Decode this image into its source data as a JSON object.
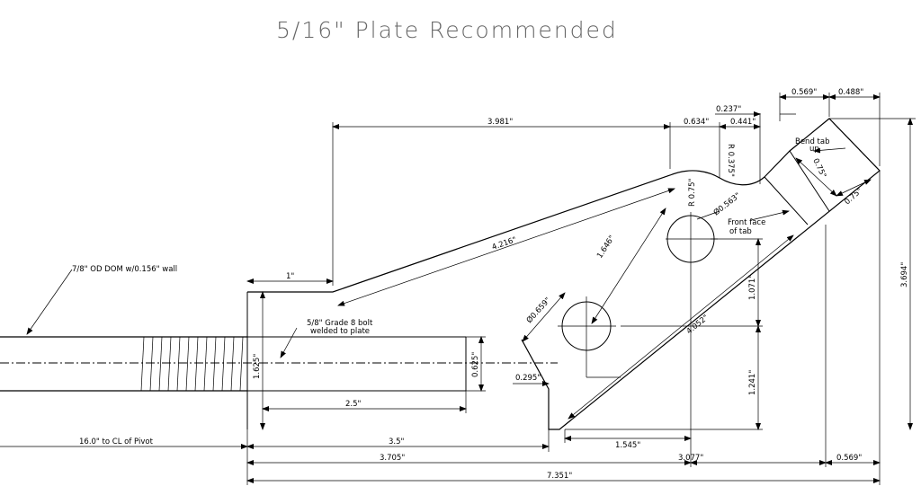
{
  "title": "5/16\" Plate Recommended",
  "notes": {
    "tube": "7/8\" OD DOM w/0.156\" wall",
    "bolt_line1": "5/8\" Grade 8 bolt",
    "bolt_line2": "welded to plate",
    "bend_line1": "Bend tab",
    "bend_line2": "up",
    "front_line1": "Front face",
    "front_line2": "of tab"
  },
  "dimensions": {
    "d_3_981": "3.981\"",
    "d_0_634": "0.634\"",
    "d_0_441": "0.441\"",
    "d_0_237": "0.237\"",
    "d_0_569_top": "0.569\"",
    "d_0_488": "0.488\"",
    "d_1": "1\"",
    "d_4_216": "4.216\"",
    "d_1_646": "1.646\"",
    "d_0_659": "Ø0.659\"",
    "d_4_052": "4.052\"",
    "d_1_071": "1.071\"",
    "d_1_241": "1.241\"",
    "d_3_694": "3.694\"",
    "d_1_625": "1.625\"",
    "d_0_625": "0.625\"",
    "d_2_5": "2.5\"",
    "d_0_295": "0.295\"",
    "d_16": "16.0\" to CL of Pivot",
    "d_3_5": "3.5\"",
    "d_1_545": "1.545\"",
    "d_3_705": "3.705\"",
    "d_3_077": "3.077\"",
    "d_0_569_bot": "0.569\"",
    "d_7_351": "7.351\"",
    "r_0_75": "R 0.75\"",
    "r_0_375": "R 0.375\"",
    "d_0_563": "Ø0.563\"",
    "d_0_75a": "0.75\"",
    "d_0_75b": "0.75\""
  }
}
